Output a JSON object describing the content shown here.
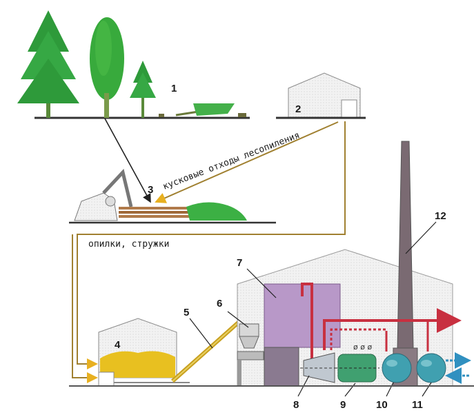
{
  "labels": {
    "waste": "кусковые отходы лесопиления",
    "shavings": "опилки, стружки"
  },
  "numbers": [
    "1",
    "2",
    "3",
    "4",
    "5",
    "6",
    "7",
    "8",
    "9",
    "10",
    "11",
    "12"
  ],
  "colors": {
    "conveyor_line": "#a08030",
    "steam_red": "#c83040",
    "chip_yellow": "#e8c020",
    "boiler_violet": "#b898c8",
    "turbine_teal": "#40a0b0",
    "tree_green": "#30a040",
    "arrow_blue": "#3090c0"
  }
}
